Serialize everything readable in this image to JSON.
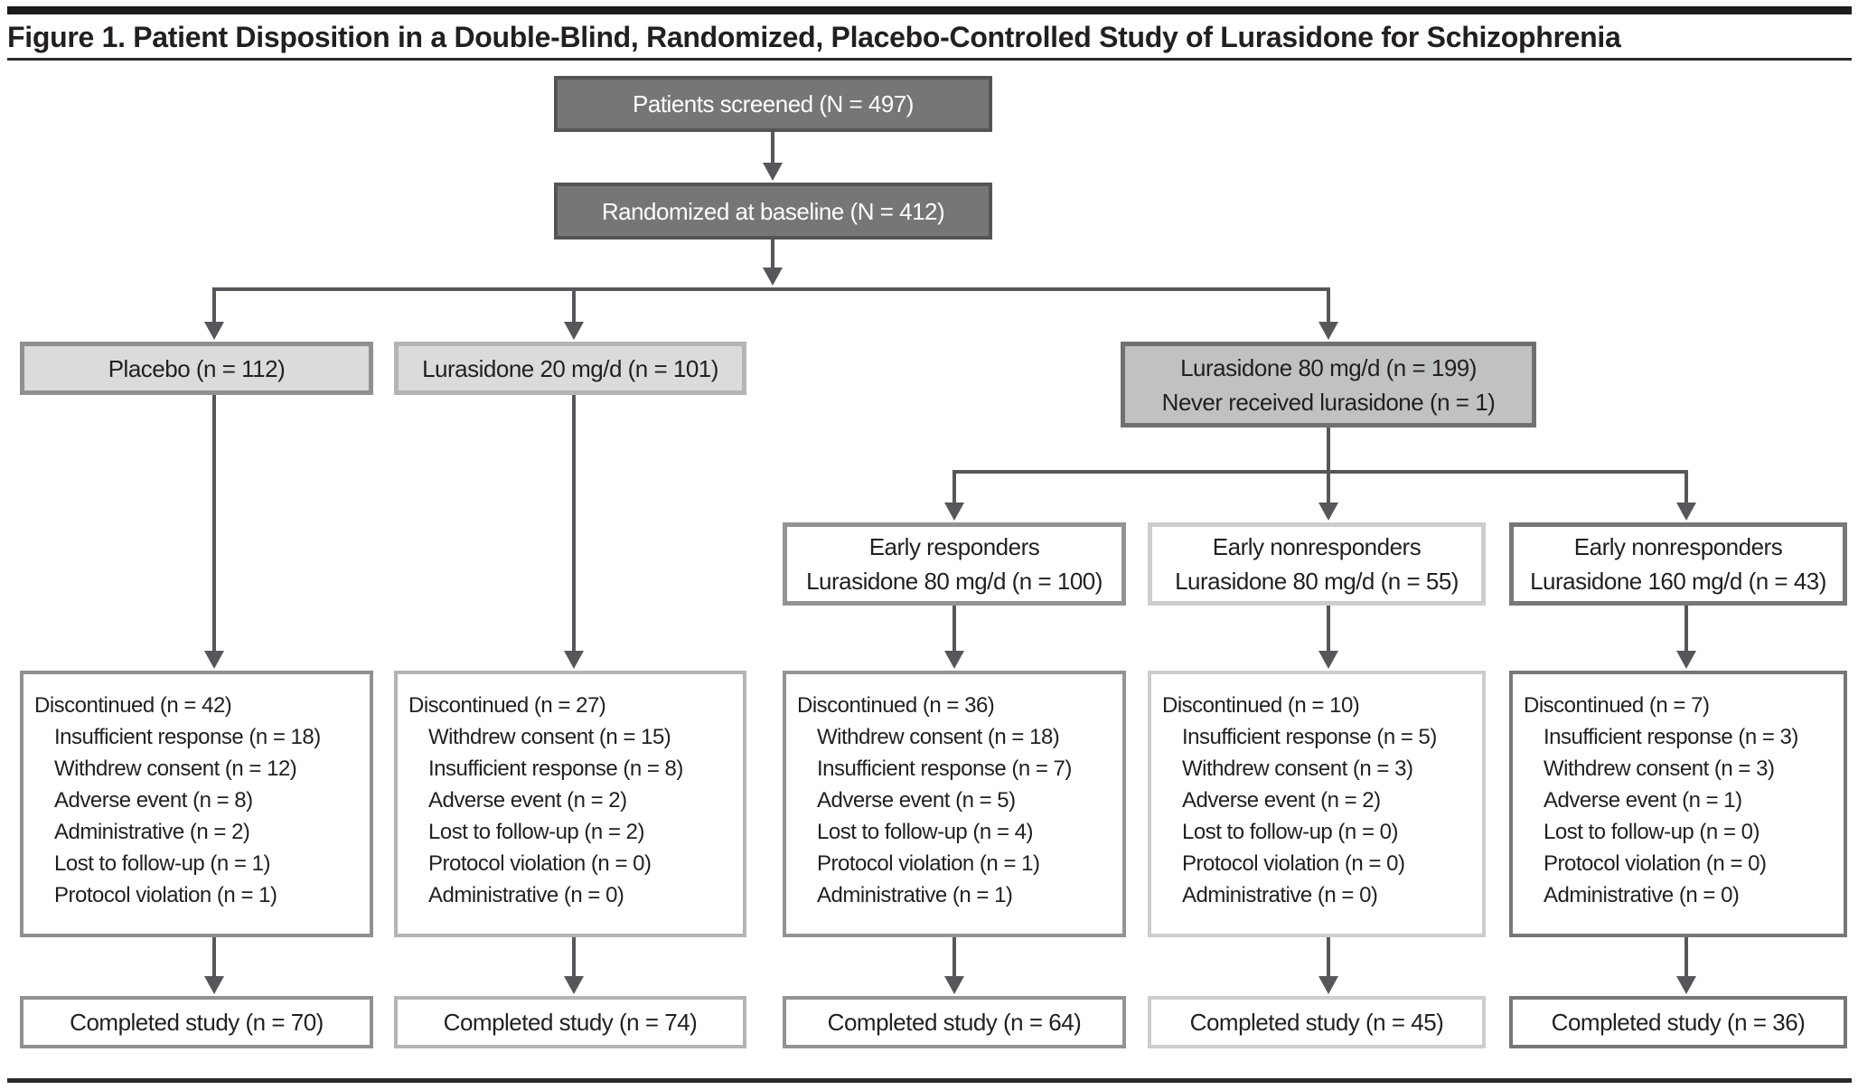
{
  "title": "Figure 1. Patient Disposition in a Double-Blind, Randomized, Placebo-Controlled Study of Lurasidone for Schizophrenia",
  "boxes": {
    "screened": "Patients screened (N = 497)",
    "randomized": "Randomized at baseline (N = 412)",
    "placebo": "Placebo (n = 112)",
    "lurasidone20": "Lurasidone 20 mg/d (n = 101)",
    "lurasidone80_line1": "Lurasidone 80 mg/d (n = 199)",
    "lurasidone80_line2": "Never received lurasidone (n = 1)"
  },
  "subgroups": [
    {
      "line1": "Early responders",
      "line2": "Lurasidone 80 mg/d (n = 100)"
    },
    {
      "line1": "Early nonresponders",
      "line2": "Lurasidone 80 mg/d (n = 55)"
    },
    {
      "line1": "Early nonresponders",
      "line2": "Lurasidone 160 mg/d (n = 43)"
    }
  ],
  "discontinued": [
    {
      "header": "Discontinued (n = 42)",
      "items": [
        "Insufficient response (n = 18)",
        "Withdrew consent (n = 12)",
        "Adverse event (n = 8)",
        "Administrative (n = 2)",
        "Lost to follow-up (n = 1)",
        "Protocol violation (n = 1)"
      ]
    },
    {
      "header": "Discontinued (n = 27)",
      "items": [
        "Withdrew consent (n = 15)",
        "Insufficient response (n = 8)",
        "Adverse event (n = 2)",
        "Lost to follow-up (n = 2)",
        "Protocol violation (n = 0)",
        "Administrative (n = 0)"
      ]
    },
    {
      "header": "Discontinued (n = 36)",
      "items": [
        "Withdrew consent (n = 18)",
        "Insufficient response (n = 7)",
        "Adverse event (n = 5)",
        "Lost to follow-up (n = 4)",
        "Protocol violation (n = 1)",
        "Administrative (n = 1)"
      ]
    },
    {
      "header": "Discontinued (n = 10)",
      "items": [
        "Insufficient response (n = 5)",
        "Withdrew consent (n = 3)",
        "Adverse event (n = 2)",
        "Lost to follow-up (n = 0)",
        "Protocol violation (n = 0)",
        "Administrative (n = 0)"
      ]
    },
    {
      "header": "Discontinued (n = 7)",
      "items": [
        "Insufficient response (n = 3)",
        "Withdrew consent (n = 3)",
        "Adverse event (n = 1)",
        "Lost to follow-up (n = 0)",
        "Protocol violation (n = 0)",
        "Administrative (n = 0)"
      ]
    }
  ],
  "completed": [
    "Completed study (n = 70)",
    "Completed study (n = 74)",
    "Completed study (n = 64)",
    "Completed study (n = 45)",
    "Completed study (n = 36)"
  ],
  "colors": {
    "dark_box_fill": "#747678",
    "dark_box_border": "#525456",
    "light_box_fill": "#dadbdc",
    "medium_box_fill": "#bfc1c3",
    "connector": "#55575a",
    "text": "#231f20",
    "column_borders": [
      "#8e9092",
      "#b2b4b6",
      "#919395",
      "#cbcdcf",
      "#757779"
    ]
  }
}
